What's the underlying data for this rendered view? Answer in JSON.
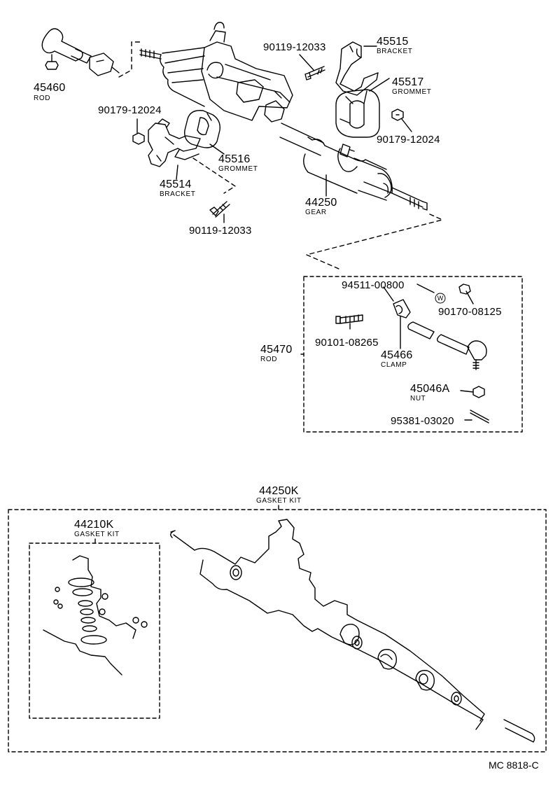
{
  "parts": [
    {
      "id": "p45460",
      "number": "45460",
      "name": "ROD"
    },
    {
      "id": "p90119a",
      "number": "90119-12033",
      "name": ""
    },
    {
      "id": "p45515",
      "number": "45515",
      "name": "BRACKET"
    },
    {
      "id": "p45517",
      "number": "45517",
      "name": "GROMMET"
    },
    {
      "id": "p90179a",
      "number": "90179-12024",
      "name": ""
    },
    {
      "id": "p90179b",
      "number": "90179-12024",
      "name": ""
    },
    {
      "id": "p45516",
      "number": "45516",
      "name": "GROMMET"
    },
    {
      "id": "p45514",
      "number": "45514",
      "name": "BRACKET"
    },
    {
      "id": "p44250",
      "number": "44250",
      "name": "GEAR"
    },
    {
      "id": "p90119b",
      "number": "90119-12033",
      "name": ""
    },
    {
      "id": "p94511",
      "number": "94511-00800",
      "name": ""
    },
    {
      "id": "p90170",
      "number": "90170-08125",
      "name": ""
    },
    {
      "id": "p90101",
      "number": "90101-08265",
      "name": ""
    },
    {
      "id": "p45470",
      "number": "45470",
      "name": "ROD"
    },
    {
      "id": "p45466",
      "number": "45466",
      "name": "CLAMP"
    },
    {
      "id": "p45046A",
      "number": "45046A",
      "name": "NUT"
    },
    {
      "id": "p95381",
      "number": "95381-03020",
      "name": ""
    },
    {
      "id": "p44250K",
      "number": "44250K",
      "name": "GASKET KIT"
    },
    {
      "id": "p44210K",
      "number": "44210K",
      "name": "GASKET KIT"
    }
  ],
  "washer_symbol": "W",
  "figure_code": "MC 8818-C"
}
